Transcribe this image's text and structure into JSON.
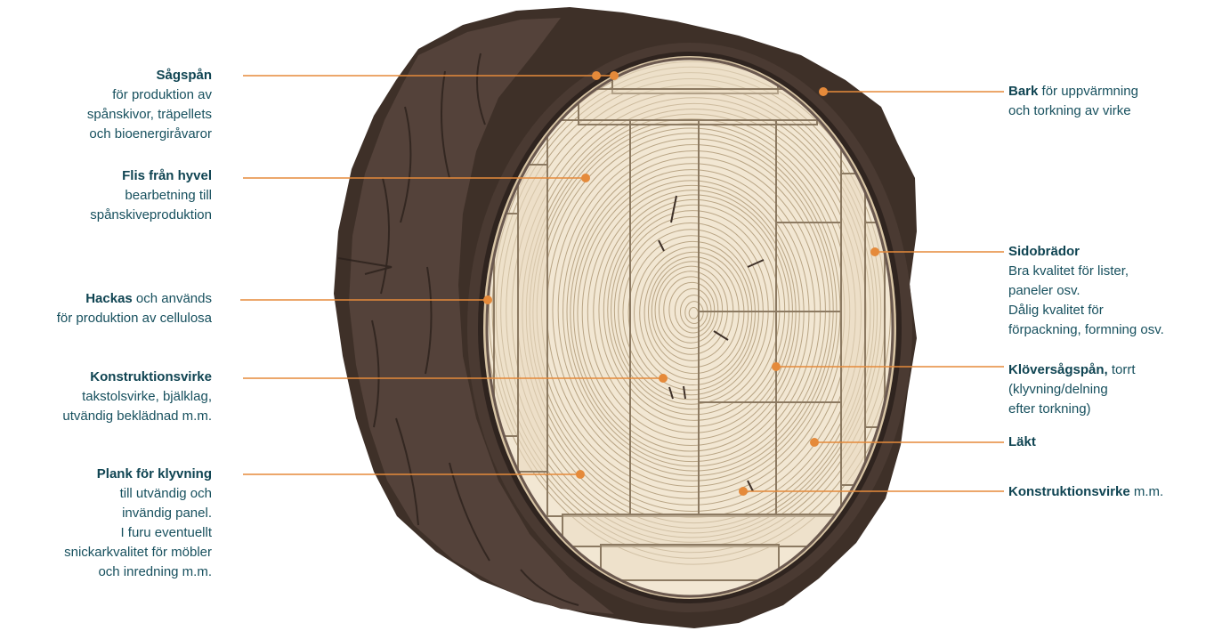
{
  "colors": {
    "bark_dark": "#3e3028",
    "bark_mid": "#54423a",
    "bark_light": "#6b594f",
    "wood_light": "#f2e7d3",
    "wood_mid": "#e7d6bb",
    "leader": "#e58a3a",
    "text": "#17505e"
  },
  "labels": {
    "sagspan": {
      "title": "Sågspån",
      "lines": [
        "för produktion av",
        "spånskivor, träpellets",
        "och bioenergiråvaror"
      ]
    },
    "flis": {
      "title": "Flis från hyvel",
      "lines": [
        "bearbetning till",
        "spånskiveproduktion"
      ]
    },
    "hackas": {
      "title": "Hackas",
      "title_rest": " och används",
      "lines": [
        "för produktion av cellulosa"
      ]
    },
    "konstr_left": {
      "title": "Konstruktionsvirke",
      "lines": [
        "takstolsvirke, bjälklag,",
        "utvändig beklädnad m.m."
      ]
    },
    "plank": {
      "title": "Plank för klyvning",
      "lines": [
        "till utvändig och",
        "invändig panel.",
        "I furu eventuellt",
        "snickarkvalitet för möbler",
        "och inredning m.m."
      ]
    },
    "bark": {
      "title": "Bark",
      "title_rest": " för uppvärmning",
      "lines": [
        "och torkning av virke"
      ]
    },
    "sidobrador": {
      "title": "Sidobrädor",
      "lines": [
        "Bra kvalitet för lister,",
        "paneler osv.",
        "Dålig kvalitet för",
        "förpackning, formning osv."
      ]
    },
    "klover": {
      "title": "Klöversågspån,",
      "title_rest": " torrt",
      "lines": [
        "(klyvning/delning",
        "efter torkning)"
      ]
    },
    "lakt": {
      "title": "Läkt",
      "lines": []
    },
    "konstr_right": {
      "title": "Konstruktionsvirke",
      "title_rest": " m.m.",
      "lines": []
    }
  }
}
